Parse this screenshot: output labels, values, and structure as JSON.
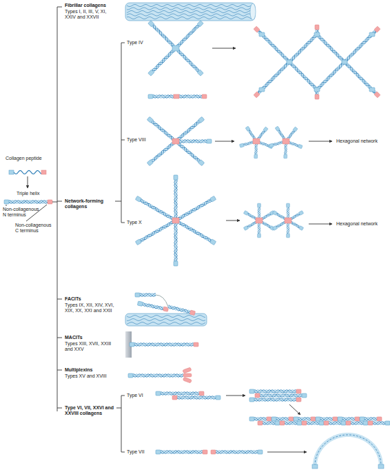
{
  "diagram": {
    "labels": [
      "Fibrillar collagens",
      "Types I, II, III, V, XI, XXIV and XXVII",
      "Collagen peptide",
      "Triple helix",
      "Non-collagenous N terminus",
      "Non-collagenous C terminus",
      "Network-forming collagens",
      "Type IV",
      "Type VIII",
      "Hexagonal network",
      "Type X",
      "Hexagonal network",
      "FACITs",
      "Types IX, XII, XIV, XVI, XIX, XX, XXI and XXII",
      "MACITs",
      "Types XIII, XVII, XXIII and XXV",
      "Multiplexins",
      "Types XV and XVIII",
      "Type VI, VII, XXVI and XXVIII collagens",
      "Type VI",
      "Type VII"
    ]
  }
}
